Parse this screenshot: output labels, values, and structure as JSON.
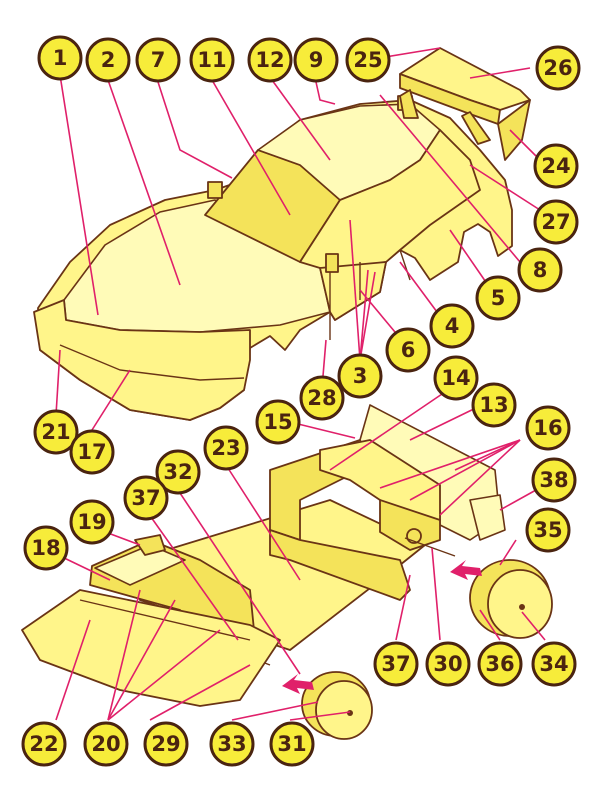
{
  "palette": {
    "paper": "#fff58a",
    "badge_fill": "#f7ec3a",
    "badge_outline": "#4a2410",
    "leader_line": "#e0206a",
    "outline": "#6a3415"
  },
  "labels": [
    {
      "id": "l1",
      "text": "1"
    },
    {
      "id": "l2",
      "text": "2"
    },
    {
      "id": "l7",
      "text": "7"
    },
    {
      "id": "l11",
      "text": "11"
    },
    {
      "id": "l12",
      "text": "12"
    },
    {
      "id": "l9",
      "text": "9"
    },
    {
      "id": "l25",
      "text": "25"
    },
    {
      "id": "l26",
      "text": "26"
    },
    {
      "id": "l24",
      "text": "24"
    },
    {
      "id": "l27",
      "text": "27"
    },
    {
      "id": "l8",
      "text": "8"
    },
    {
      "id": "l5",
      "text": "5"
    },
    {
      "id": "l4",
      "text": "4"
    },
    {
      "id": "l6",
      "text": "6"
    },
    {
      "id": "l3",
      "text": "3"
    },
    {
      "id": "l21",
      "text": "21"
    },
    {
      "id": "l17",
      "text": "17"
    },
    {
      "id": "l28",
      "text": "28"
    },
    {
      "id": "l14",
      "text": "14"
    },
    {
      "id": "l13",
      "text": "13"
    },
    {
      "id": "l15",
      "text": "15"
    },
    {
      "id": "l16",
      "text": "16"
    },
    {
      "id": "l23",
      "text": "23"
    },
    {
      "id": "l32",
      "text": "32"
    },
    {
      "id": "l38",
      "text": "38"
    },
    {
      "id": "l37a",
      "text": "37"
    },
    {
      "id": "l19",
      "text": "19"
    },
    {
      "id": "l35",
      "text": "35"
    },
    {
      "id": "l18",
      "text": "18"
    },
    {
      "id": "l37b",
      "text": "37"
    },
    {
      "id": "l30",
      "text": "30"
    },
    {
      "id": "l36",
      "text": "36"
    },
    {
      "id": "l34",
      "text": "34"
    },
    {
      "id": "l22",
      "text": "22"
    },
    {
      "id": "l20",
      "text": "20"
    },
    {
      "id": "l29",
      "text": "29"
    },
    {
      "id": "l33",
      "text": "33"
    },
    {
      "id": "l31",
      "text": "31"
    }
  ]
}
